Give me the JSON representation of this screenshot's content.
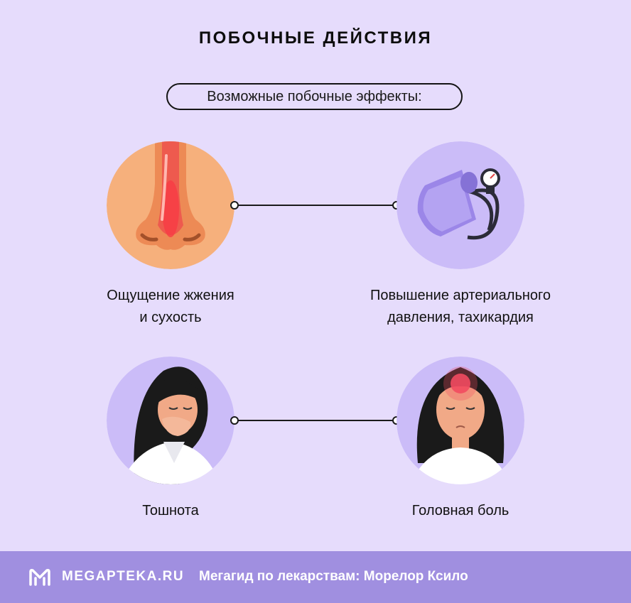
{
  "header": {
    "title": "ПОБОЧНЫЕ ДЕЙСТВИЯ",
    "subtitle": "Возможные побочные эффекты:"
  },
  "effects": [
    {
      "icon": "nose-icon",
      "line1": "Ощущение жжения",
      "line2": "и сухость"
    },
    {
      "icon": "blood-pressure-cuff-icon",
      "line1": "Повышение артериального",
      "line2": "давления, тахикардия"
    },
    {
      "icon": "nausea-woman-icon",
      "line1": "Тошнота",
      "line2": ""
    },
    {
      "icon": "headache-woman-icon",
      "line1": "Головная боль",
      "line2": ""
    }
  ],
  "footer": {
    "brand": "MEGAPTEKA.RU",
    "text": "Мегагид по лекарствам: Морелор Ксило"
  },
  "colors": {
    "background": "#e6dcfc",
    "footer": "#a08fe0",
    "circle_orange": "#f6b07c",
    "circle_lilac": "#cbbcf8"
  }
}
